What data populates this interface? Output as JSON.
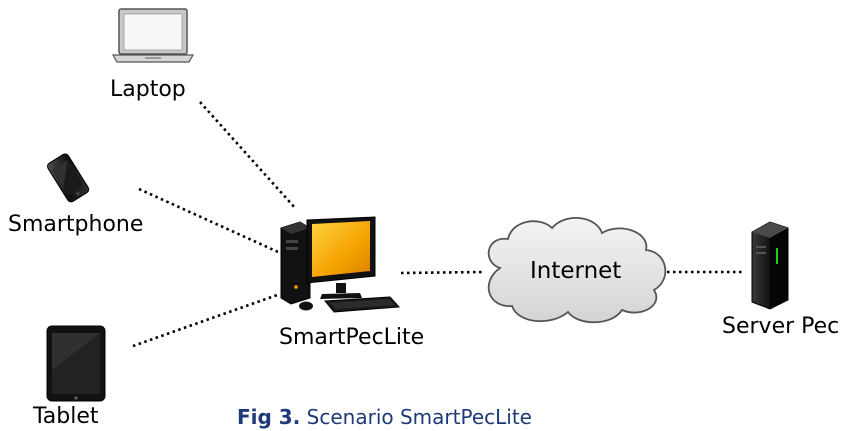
{
  "nodes": {
    "laptop": "Laptop",
    "smartphone": "Smartphone",
    "tablet": "Tablet",
    "hub": "SmartPecLite",
    "internet": "Internet",
    "server": "Server Pec"
  },
  "caption": {
    "prefix": "Fig 3.",
    "text": "Scenario SmartPecLite"
  },
  "colors": {
    "caption": "#1f3a78",
    "monitor_screen": "#f5a300",
    "server_led": "#22cc22",
    "cloud_fill": "#e4e4e4"
  },
  "icons": [
    "laptop-icon",
    "smartphone-icon",
    "tablet-icon",
    "desktop-computer-icon",
    "cloud-icon",
    "server-tower-icon"
  ]
}
